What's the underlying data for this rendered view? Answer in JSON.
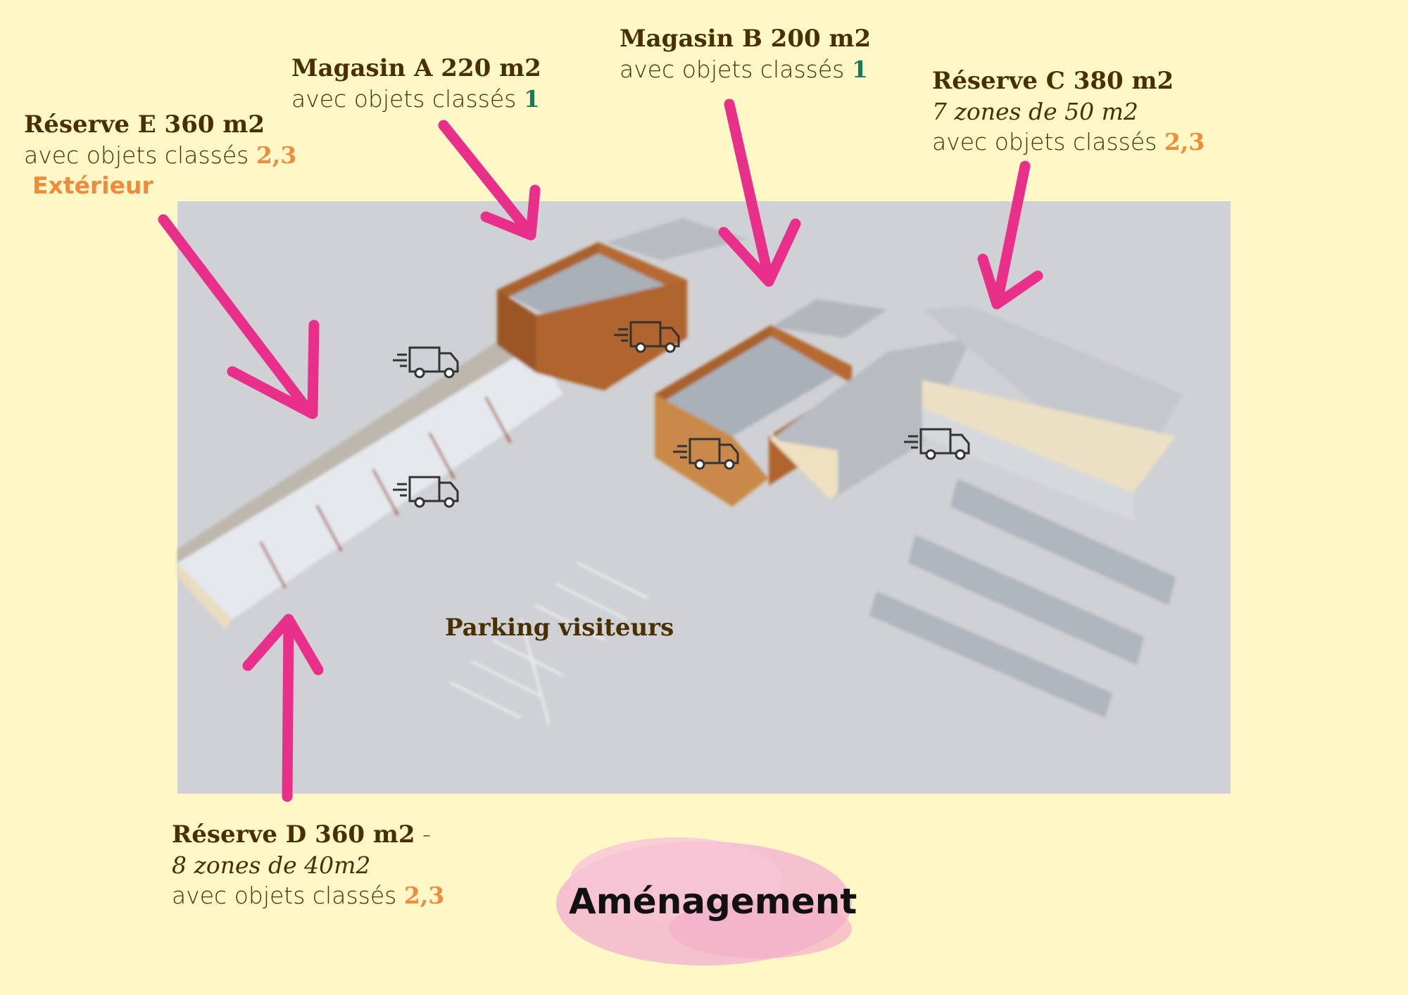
{
  "labels": {
    "reserve_e": {
      "title": "Réserve E 360 m2",
      "line1": "avec objets classés ",
      "classes": "2,3",
      "extra": "Extérieur"
    },
    "magasin_a": {
      "title": "Magasin A 220 m2",
      "line1": "avec objets classés ",
      "classes": "1"
    },
    "magasin_b": {
      "title": "Magasin B 200 m2",
      "line1": "avec objets classés ",
      "classes": "1"
    },
    "reserve_c": {
      "title": "Réserve C 380 m2",
      "zones": "7 zones de 50 m2",
      "line1": "avec objets classés ",
      "classes": "2,3"
    },
    "reserve_d": {
      "title": "Réserve D 360 m2",
      "dash": " -",
      "zones": "8 zones de 40m2",
      "line1": "avec objets classés ",
      "classes": "2,3"
    }
  },
  "parking_label": "Parking visiteurs",
  "badge_label": "Aménagement",
  "colors": {
    "background": "#fdf8c6",
    "ground": "#cfd1d4",
    "arrow": "#e8308a",
    "wood": "#b0652f",
    "accent_orange": "#f08a3c",
    "accent_green": "#1c7a5a",
    "badge": "#f5b7cf"
  },
  "icons": [
    "delivery-truck-icon"
  ]
}
